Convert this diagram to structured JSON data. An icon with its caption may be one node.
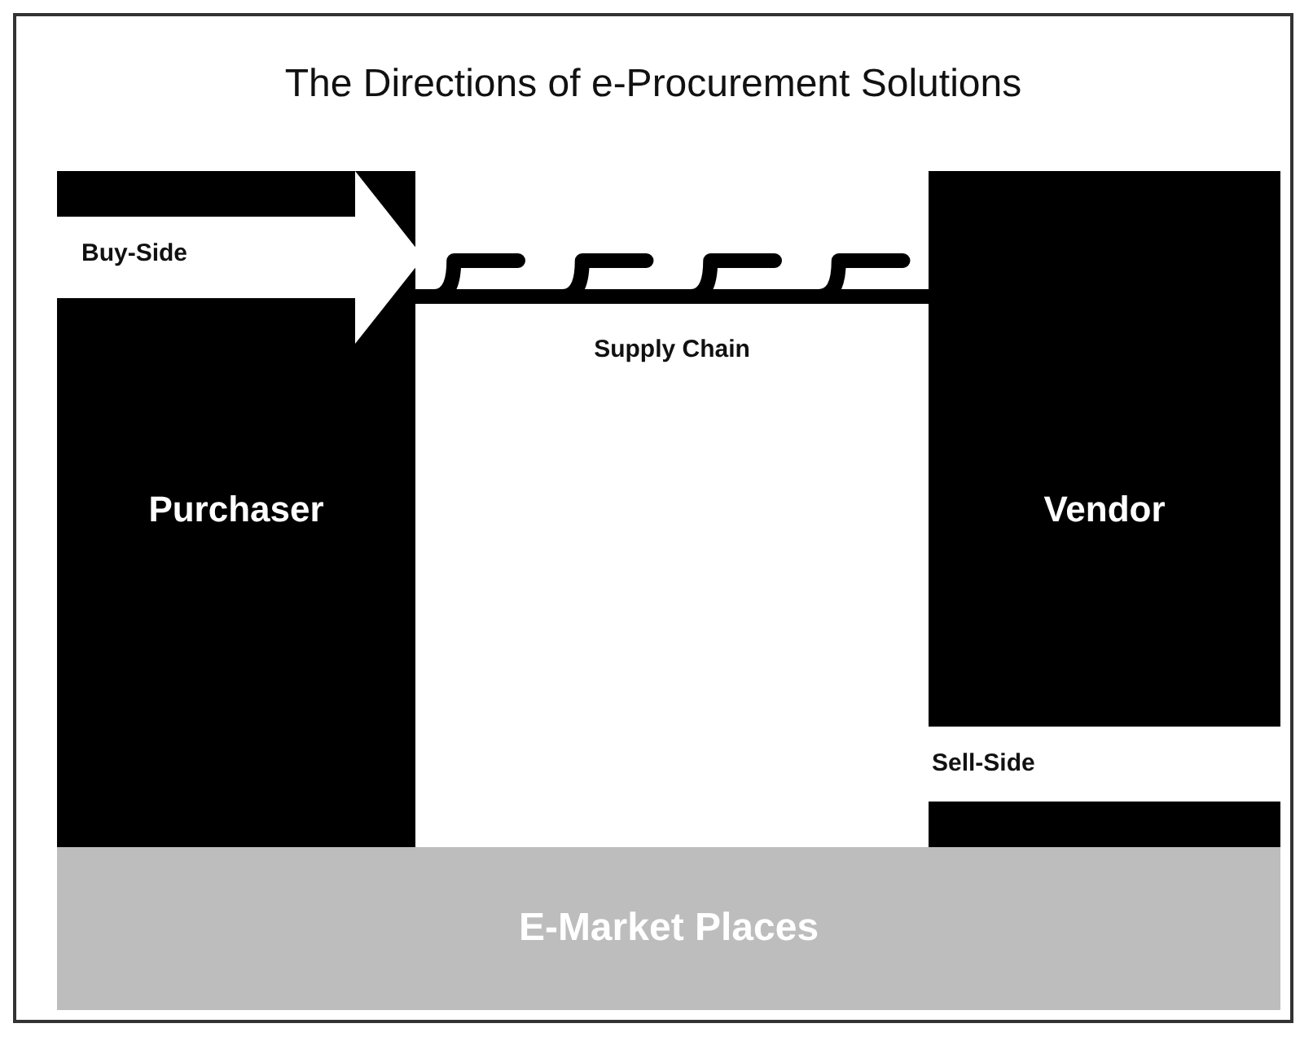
{
  "diagram": {
    "title": "The Directions of e-Procurement Solutions",
    "nodes": [
      {
        "text": [
          "Purchaser"
        ]
      },
      {
        "text": [
          "Vendor"
        ]
      },
      {
        "text": [
          "E-Market Places"
        ]
      }
    ],
    "edges": [
      {
        "from": 0,
        "to": 1,
        "arrow": "none",
        "label": "Supply Chain"
      }
    ],
    "labels": [
      "Buy-Side",
      "Sell-Side"
    ]
  }
}
